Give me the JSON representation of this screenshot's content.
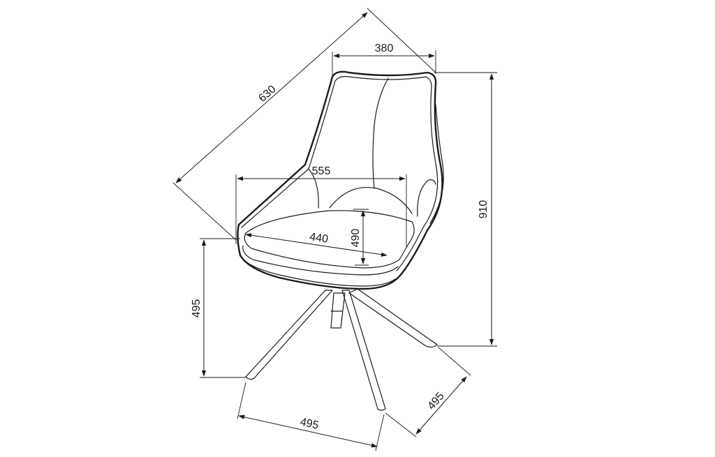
{
  "dimensions": {
    "overall_depth": "630",
    "backrest_width": "380",
    "seat_width": "555",
    "seat_depth": "440",
    "seat_height_inner": "490",
    "overall_height": "910",
    "seat_height": "495",
    "base_width": "495",
    "base_depth": "495"
  },
  "colors": {
    "line": "#1a1a1a",
    "background": "#ffffff"
  }
}
